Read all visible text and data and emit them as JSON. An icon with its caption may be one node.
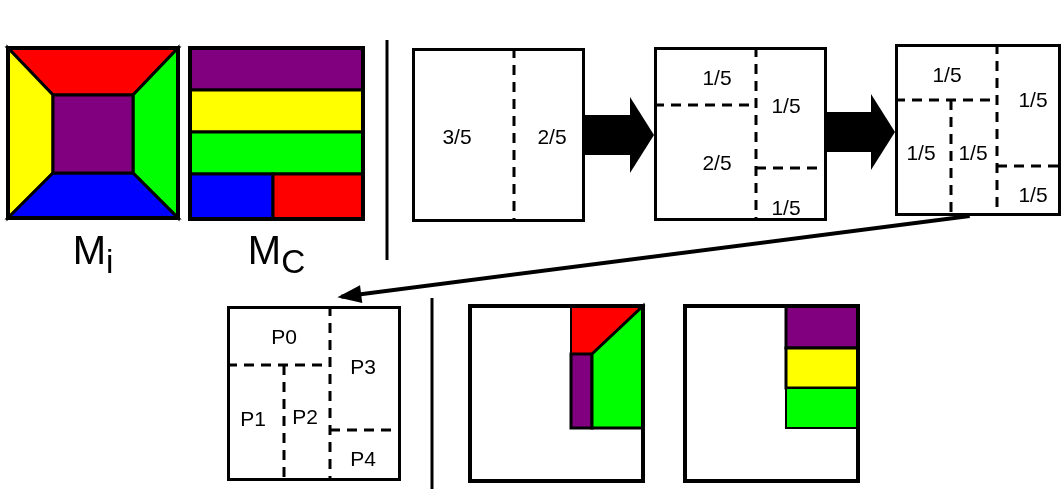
{
  "diagram": {
    "nodes": [
      {
        "text": [],
        "shape": "picture",
        "beside": [
          "M$_{i}$"
        ]
      },
      {
        "text": [],
        "shape": "picture",
        "beside": [
          "M$_{C}$"
        ]
      },
      {
        "text": [
          "3/5",
          "2/5"
        ]
      },
      {
        "text": [
          "1/5",
          "1/5",
          "2/5",
          "1/5"
        ]
      },
      {
        "text": [
          "1/5",
          "1/5",
          "1/5",
          "1/5",
          "1/5"
        ]
      },
      {
        "text": [
          "P0",
          "P3",
          "P1",
          "P2",
          "P4"
        ]
      },
      {
        "text": [],
        "shape": "picture"
      },
      {
        "text": [],
        "shape": "picture"
      }
    ],
    "edges": [
      {
        "from": 2,
        "to": 3,
        "arrow": "to"
      },
      {
        "from": 3,
        "to": 4,
        "arrow": "to"
      },
      {
        "from": 4,
        "to": 5,
        "arrow": "to"
      }
    ]
  }
}
